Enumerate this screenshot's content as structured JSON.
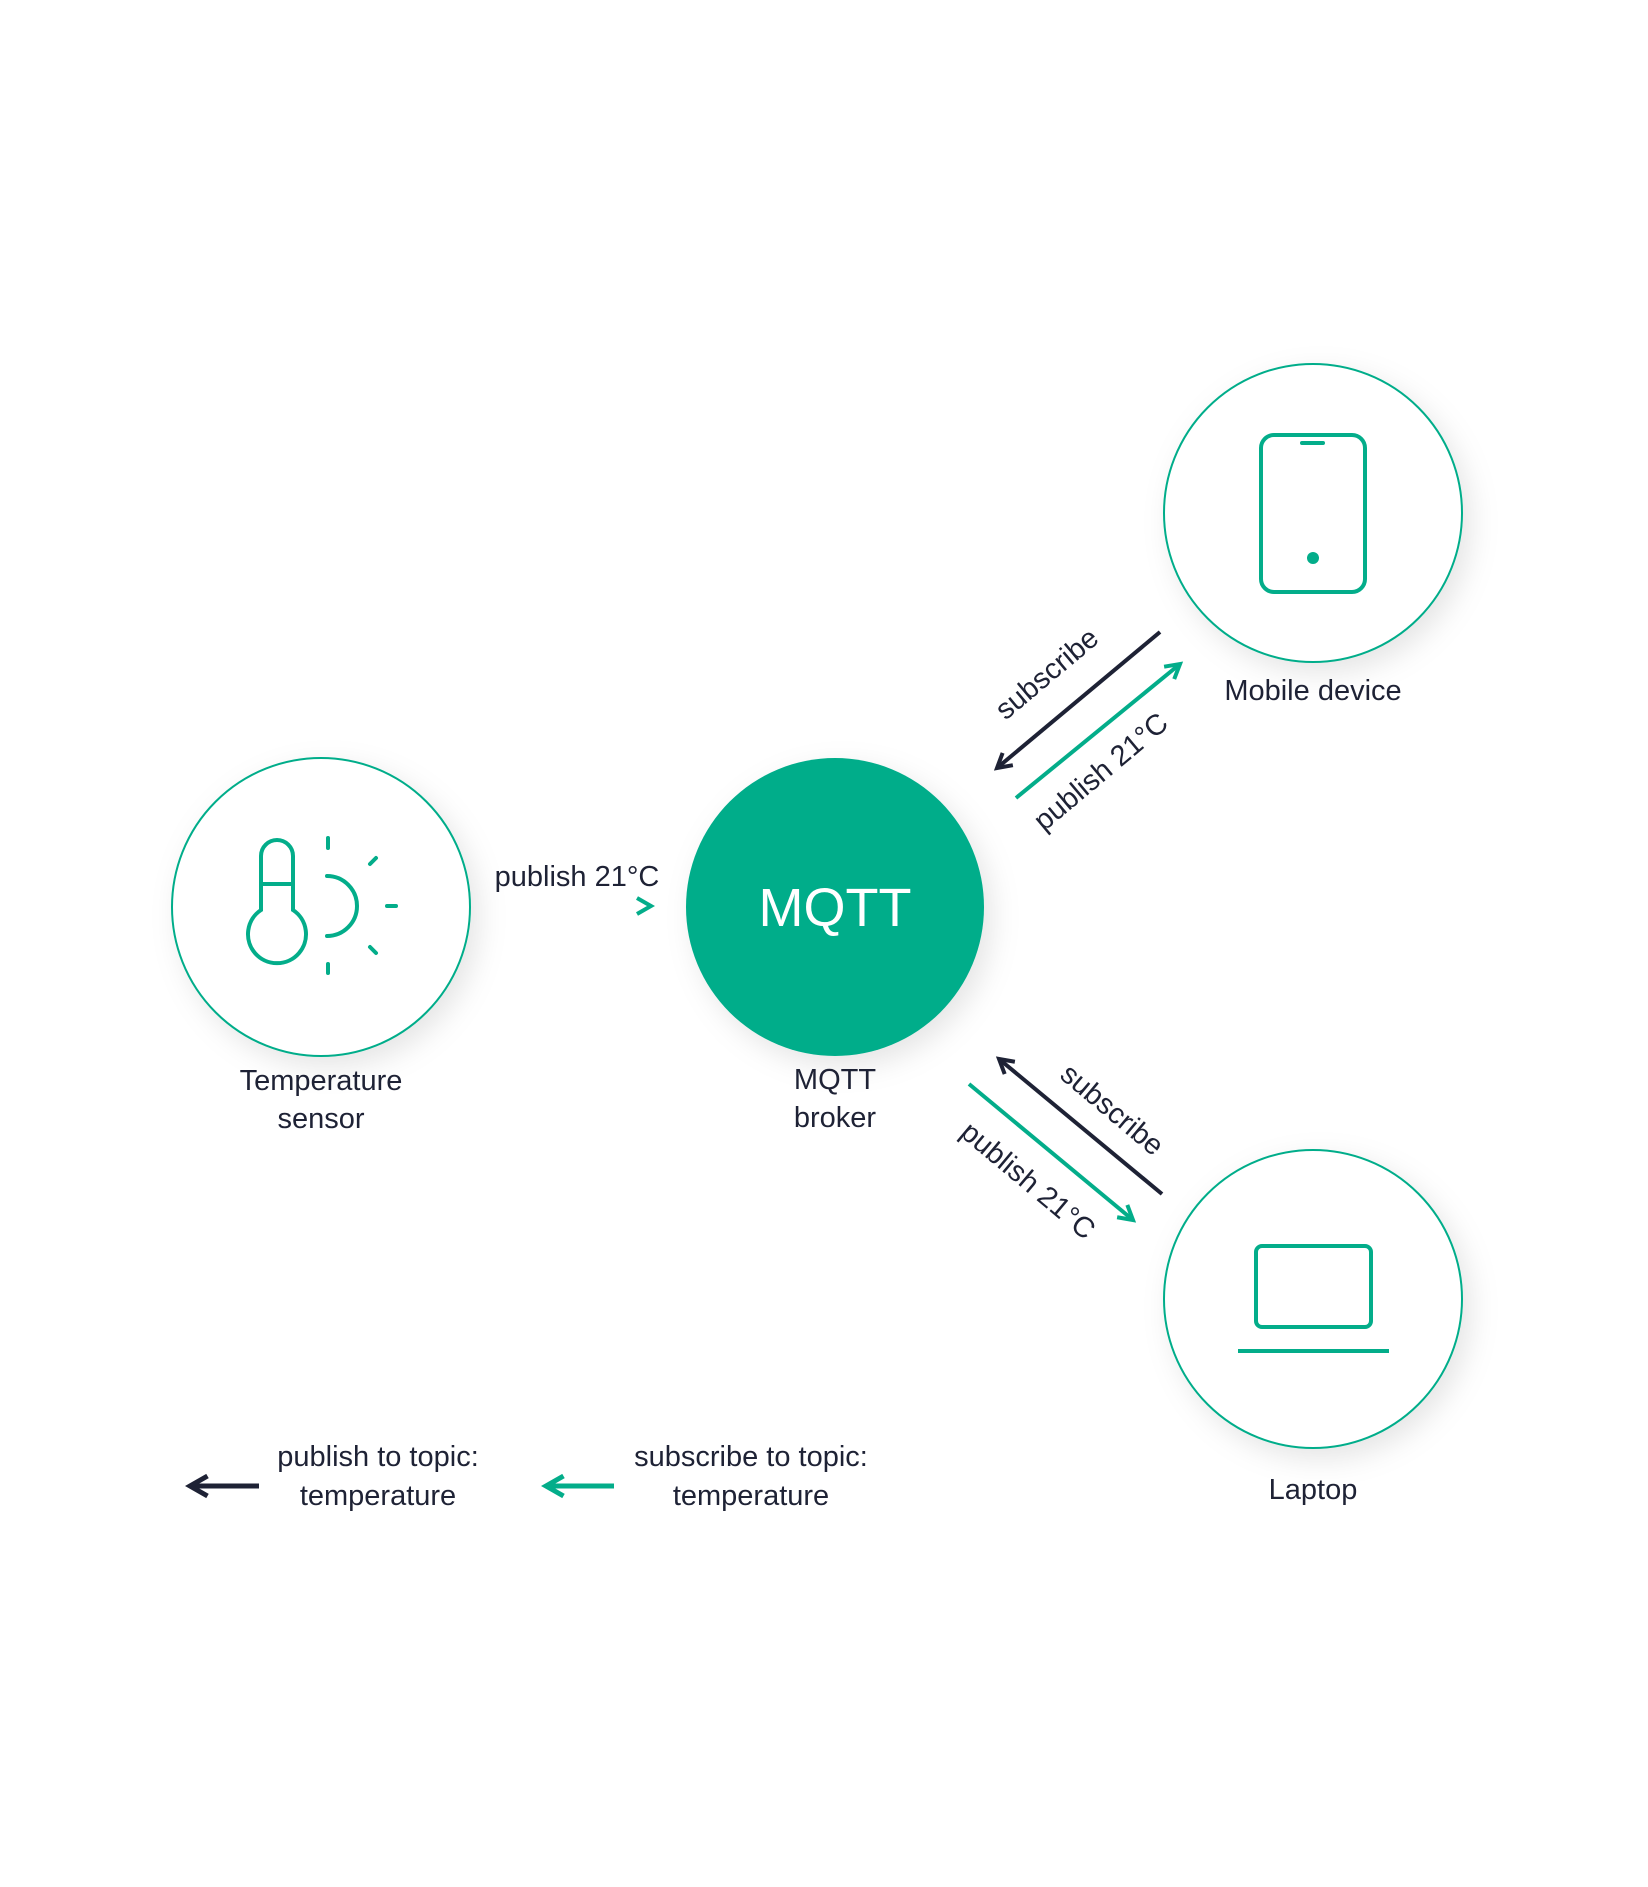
{
  "colors": {
    "accent": "#03ad8a",
    "dark": "#1e2235"
  },
  "nodes": {
    "sensor": {
      "label_line1": "Temperature",
      "label_line2": "sensor",
      "icon": "thermometer-sun-icon"
    },
    "broker": {
      "center_text": "MQTT",
      "label_line1": "MQTT",
      "label_line2": "broker"
    },
    "mobile": {
      "label": "Mobile device",
      "icon": "smartphone-icon"
    },
    "laptop": {
      "label": "Laptop",
      "icon": "laptop-icon"
    }
  },
  "edges": {
    "sensor_publish": "publish 21°C",
    "mobile_subscribe": "subscribe",
    "mobile_publish": "publish 21°C",
    "laptop_subscribe": "subscribe",
    "laptop_publish": "publish 21°C"
  },
  "legend": [
    {
      "line1": "publish to topic:",
      "line2": "temperature",
      "color": "#1e2235"
    },
    {
      "line1": "subscribe to topic:",
      "line2": "temperature",
      "color": "#03ad8a"
    }
  ]
}
